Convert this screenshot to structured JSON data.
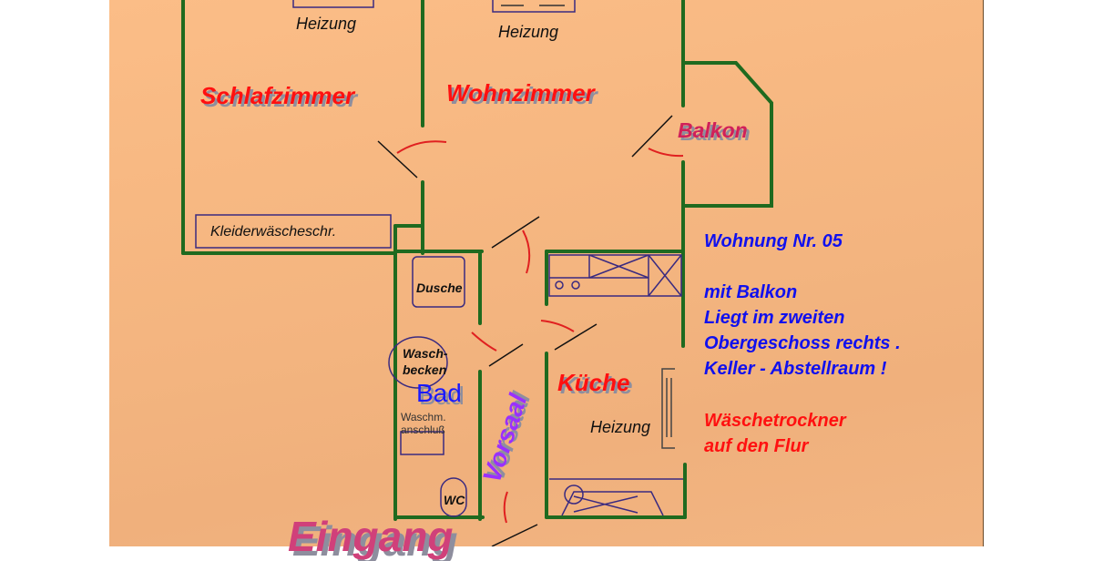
{
  "floor_plan": {
    "rooms": {
      "schlafzimmer": "Schlafzimmer",
      "wohnzimmer": "Wohnzimmer",
      "balkon": "Balkon",
      "kueche": "Küche",
      "bad": "Bad",
      "vorsaal": "Vorsaal",
      "eingang": "Eingang"
    },
    "fixtures": {
      "heizung_schlafzimmer": "Heizung",
      "heizung_wohnzimmer": "Heizung",
      "heizung_kueche": "Heizung",
      "kleiderschrank": "Kleiderwäscheschr.",
      "dusche": "Dusche",
      "waschbecken_line1": "Wasch-",
      "waschbecken_line2": "becken",
      "waschm_line1": "Waschm.",
      "waschm_line2": "anschluß",
      "wc": "WC"
    },
    "info": {
      "title": "Wohnung Nr. 05",
      "line1": "mit Balkon",
      "line2": "Liegt im zweiten",
      "line3": "Obergeschoss rechts .",
      "line4": "Keller - Abstellraum !",
      "note_line1": "Wäschetrockner",
      "note_line2": "auf den Flur"
    },
    "colors": {
      "paper": "#f7b882",
      "wall": "#1f6a1f",
      "room_label": "#ff1010",
      "info_text": "#1010ee",
      "vorsaal": "#9a30ff",
      "eingang": "#d0407a"
    }
  }
}
